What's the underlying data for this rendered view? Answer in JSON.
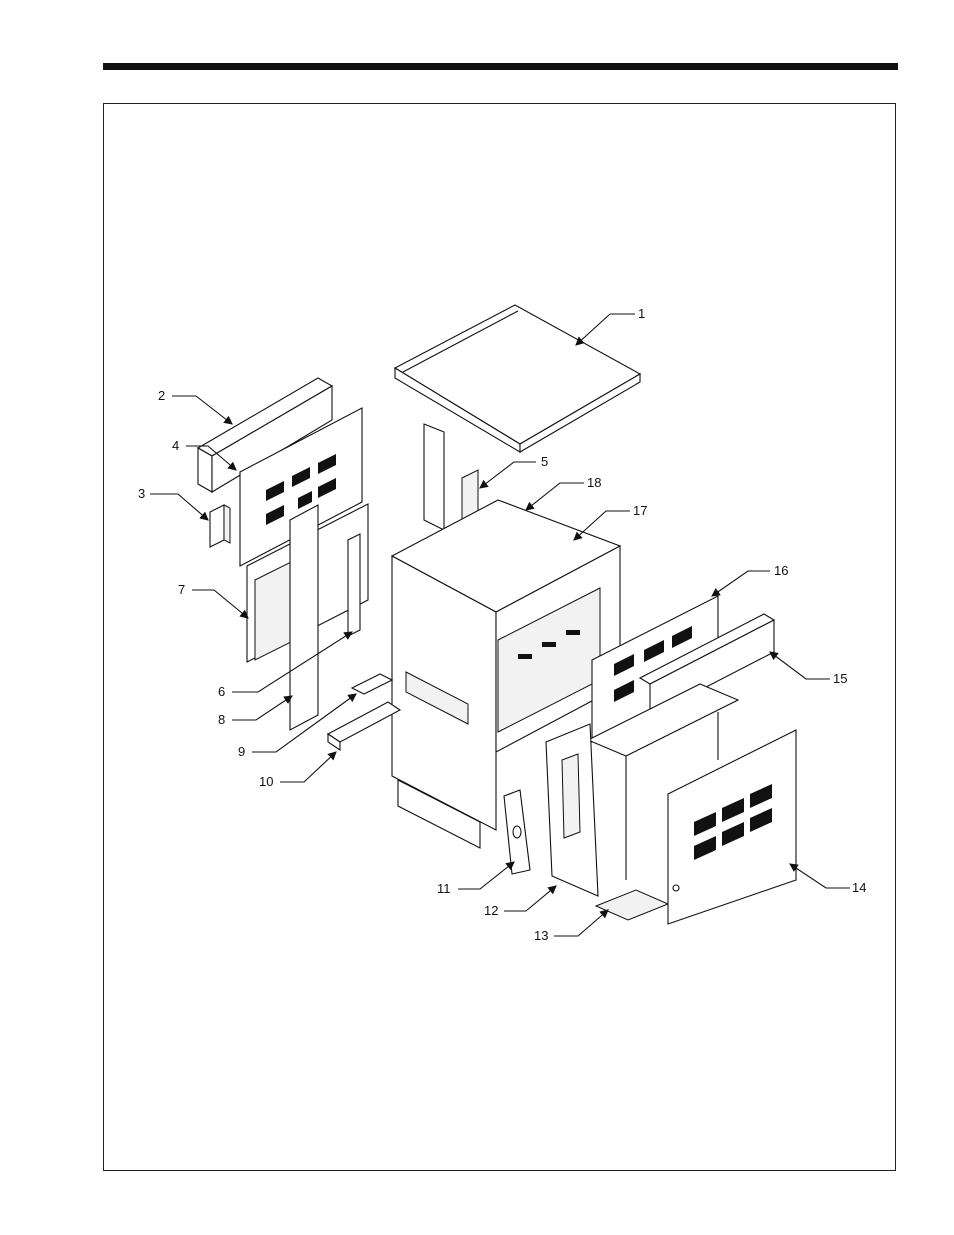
{
  "figure": {
    "callouts": [
      "1",
      "2",
      "3",
      "4",
      "5",
      "6",
      "7",
      "8",
      "9",
      "10",
      "11",
      "12",
      "13",
      "14",
      "15",
      "16",
      "17",
      "18"
    ]
  }
}
